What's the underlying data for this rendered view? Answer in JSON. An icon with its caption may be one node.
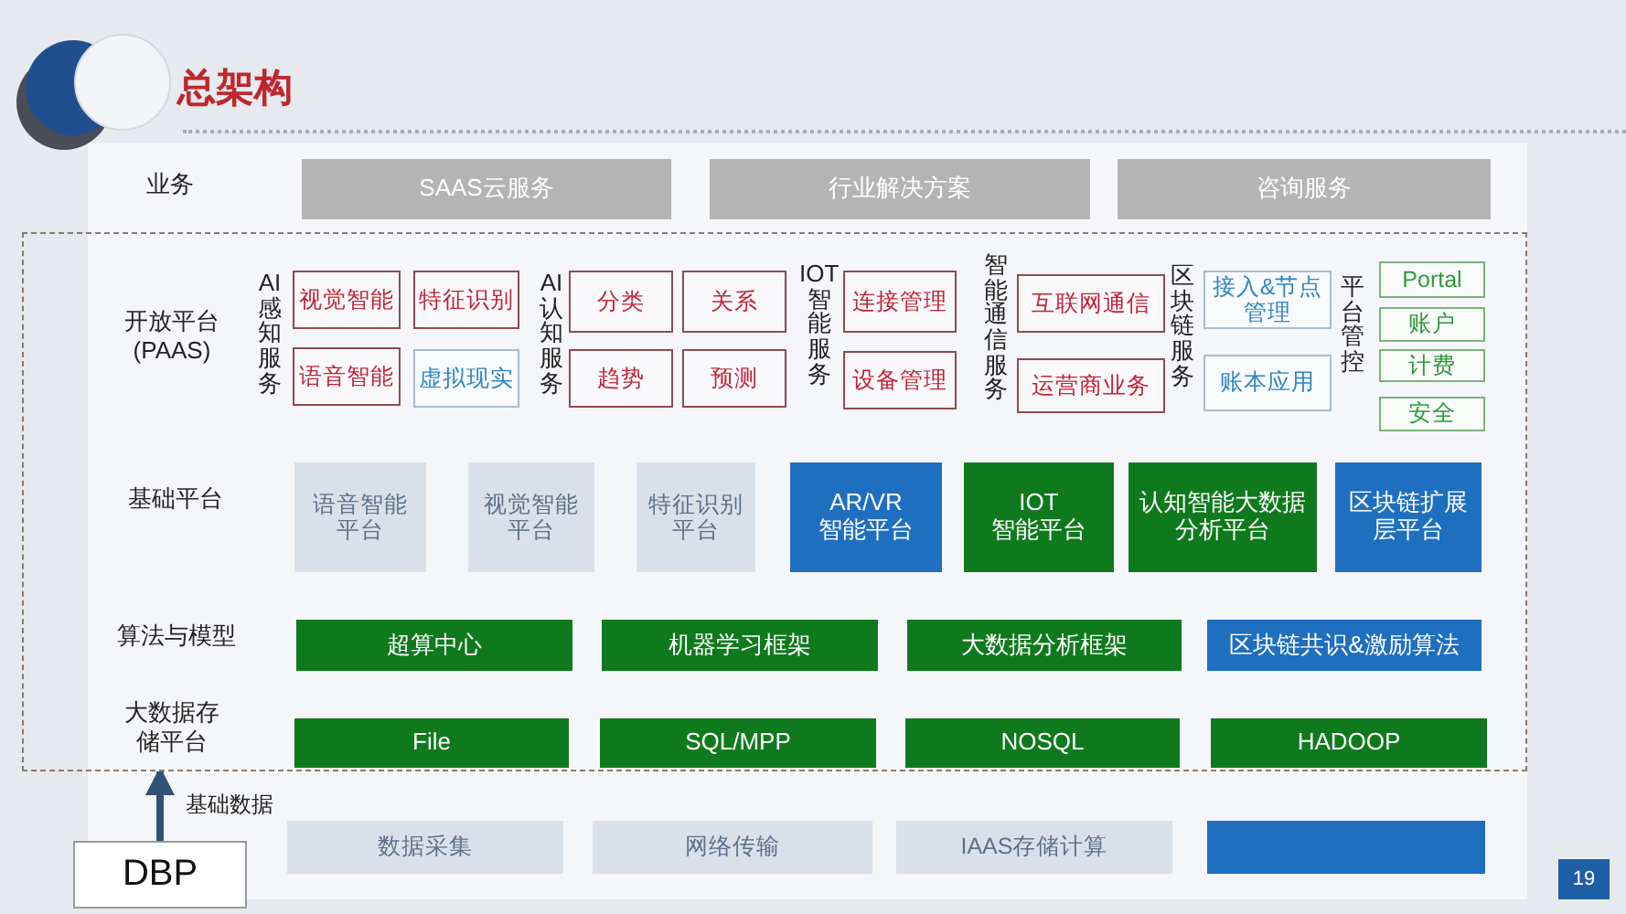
{
  "diagram": {
    "title": "总架构",
    "nodes": [
      {
        "text": [
          "SAAS云服务"
        ]
      },
      {
        "text": [
          "行业解决方案"
        ]
      },
      {
        "text": [
          "咨询服务"
        ]
      },
      {
        "text": [],
        "shape": "box"
      },
      {
        "text": [
          "视觉智能"
        ],
        "in": 3
      },
      {
        "text": [
          "特征识别"
        ],
        "in": 3
      },
      {
        "text": [
          "语音智能"
        ],
        "in": 3
      },
      {
        "text": [
          "虚拟现实"
        ],
        "in": 3
      },
      {
        "text": [
          "分类"
        ],
        "in": 3
      },
      {
        "text": [
          "关系"
        ],
        "in": 3
      },
      {
        "text": [
          "趋势"
        ],
        "in": 3
      },
      {
        "text": [
          "预测"
        ],
        "in": 3
      },
      {
        "text": [
          "连接管理"
        ],
        "in": 3
      },
      {
        "text": [
          "设备管理"
        ],
        "in": 3
      },
      {
        "text": [
          "互联网通信"
        ],
        "in": 3
      },
      {
        "text": [
          "运营商业务"
        ],
        "in": 3
      },
      {
        "text": [
          "接入&节点管理"
        ],
        "in": 3
      },
      {
        "text": [
          "账本应用"
        ],
        "in": 3
      },
      {
        "text": [
          "Portal"
        ],
        "in": 3
      },
      {
        "text": [
          "账户"
        ],
        "in": 3
      },
      {
        "text": [
          "计费"
        ],
        "in": 3
      },
      {
        "text": [
          "安全"
        ],
        "in": 3
      },
      {
        "text": [
          "语音智能平台"
        ],
        "in": 3
      },
      {
        "text": [
          "视觉智能平台"
        ],
        "in": 3
      },
      {
        "text": [
          "特征识别平台"
        ],
        "in": 3
      },
      {
        "text": [
          "AR/VR 智能平台"
        ],
        "in": 3
      },
      {
        "text": [
          "IOT 智能平台"
        ],
        "in": 3
      },
      {
        "text": [
          "认知智能大数据分析平台"
        ],
        "in": 3
      },
      {
        "text": [
          "区块链扩展层平台"
        ],
        "in": 3
      },
      {
        "text": [
          "超算中心"
        ],
        "in": 3
      },
      {
        "text": [
          "机器学习框架"
        ],
        "in": 3
      },
      {
        "text": [
          "大数据分析框架"
        ],
        "in": 3
      },
      {
        "text": [
          "区块链共识&激励算法"
        ],
        "in": 3
      },
      {
        "text": [
          "File"
        ],
        "in": 3
      },
      {
        "text": [
          "SQL/MPP"
        ],
        "in": 3
      },
      {
        "text": [
          "NOSQL"
        ],
        "in": 3
      },
      {
        "text": [
          "HADOOP"
        ],
        "in": 3
      },
      {
        "text": [
          "DBP"
        ]
      },
      {
        "text": [
          "数据采集"
        ]
      },
      {
        "text": [
          "网络传输"
        ]
      },
      {
        "text": [
          "IAAS存储计算"
        ]
      },
      {
        "text": [],
        "shape": "box"
      }
    ],
    "edges": [
      {
        "from": 37,
        "to": 3,
        "arrow": "to",
        "label": "基础数据"
      }
    ],
    "labels": [
      "业务",
      "开放平台 (PAAS)",
      "AI感知服务",
      "AI认知服务",
      "IOT智能服务",
      "智能通信服务",
      "区块链服务",
      "平台管控",
      "基础平台",
      "算法与模型",
      "大数据存储平台",
      "19"
    ]
  }
}
